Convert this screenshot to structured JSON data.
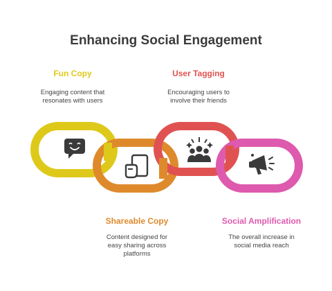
{
  "title": "Enhancing Social Engagement",
  "colors": {
    "fun_copy": "#DEC91A",
    "shareable_copy": "#DE8A2C",
    "user_tagging": "#E05252",
    "social_amplification": "#DE5AAE",
    "icon": "#3A3A3A"
  },
  "items": [
    {
      "label": "Fun Copy",
      "description_lines": [
        "Engaging content that",
        "resonates with users"
      ],
      "icon": "smiling-speech-bubble-icon"
    },
    {
      "label": "Shareable Copy",
      "description_lines": [
        "Content designed for",
        "easy sharing across",
        "platforms"
      ],
      "icon": "share-hand-device-icon"
    },
    {
      "label": "User Tagging",
      "description_lines": [
        "Encouraging users to",
        "involve their friends"
      ],
      "icon": "group-sparkle-icon"
    },
    {
      "label": "Social Amplification",
      "description_lines": [
        "The overall increase in",
        "social media reach"
      ],
      "icon": "megaphone-icon"
    }
  ]
}
